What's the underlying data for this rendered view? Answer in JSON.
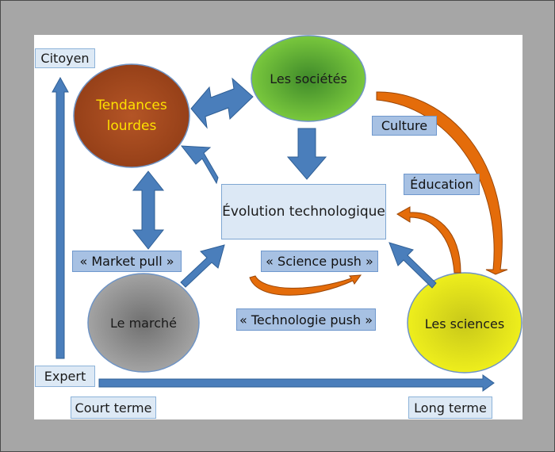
{
  "nodes": {
    "tendances": "Tendances\nlourdes",
    "societes": "Les sociétés",
    "marche": "Le marché",
    "sciences": "Les sciences",
    "evolution": "Évolution technologique"
  },
  "labels": {
    "citoyen": "Citoyen",
    "expert": "Expert",
    "court_terme": "Court terme",
    "long_terme": "Long terme",
    "culture": "Culture",
    "education": "Éducation",
    "market_pull": "« Market pull »",
    "science_push": "« Science push »",
    "technologie_push": "« Technologie push »"
  },
  "colors": {
    "background_frame": "#a6a6a6",
    "blue_arrow": "#4a7ebb",
    "orange_arrow": "#e46c0a",
    "tendances_fill": "#a0471e",
    "tendances_text": "#ffe000",
    "societes_fill": "#5fb233",
    "marche_fill": "#8f8f8f",
    "sciences_fill": "#e4e41a"
  }
}
